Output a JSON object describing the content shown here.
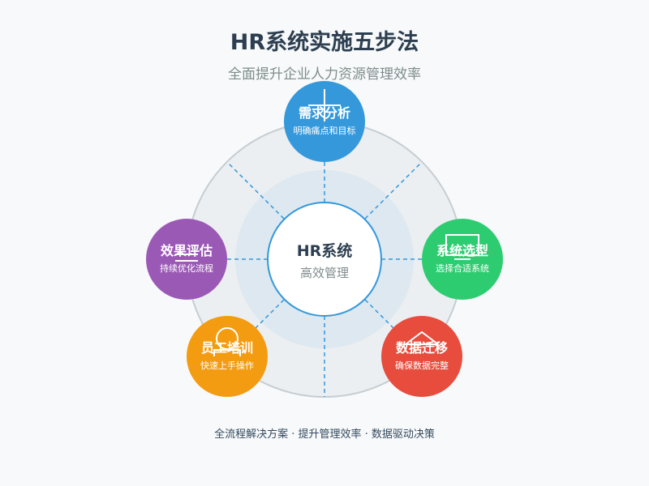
{
  "title": "HR系统实施五步法",
  "subtitle": "全面提升企业人力资源管理效率",
  "center": {
    "title": "HR系统",
    "subtitle": "高效管理"
  },
  "steps": [
    {
      "title": "需求分析",
      "desc": "明确痛点和目标",
      "color": "#3498db",
      "icon": "target-crosshair-icon"
    },
    {
      "title": "系统选型",
      "desc": "选择合适系统",
      "color": "#2ecc71",
      "icon": "monitor-icon"
    },
    {
      "title": "数据迁移",
      "desc": "确保数据完整",
      "color": "#e74c3c",
      "icon": "database-icon"
    },
    {
      "title": "员工培训",
      "desc": "快速上手操作",
      "color": "#f39c12",
      "icon": "person-icon"
    },
    {
      "title": "效果评估",
      "desc": "持续优化流程",
      "color": "#9b59b6",
      "icon": "chart-icon"
    }
  ],
  "footer": "全流程解决方案 · 提升管理效率 · 数据驱动决策"
}
